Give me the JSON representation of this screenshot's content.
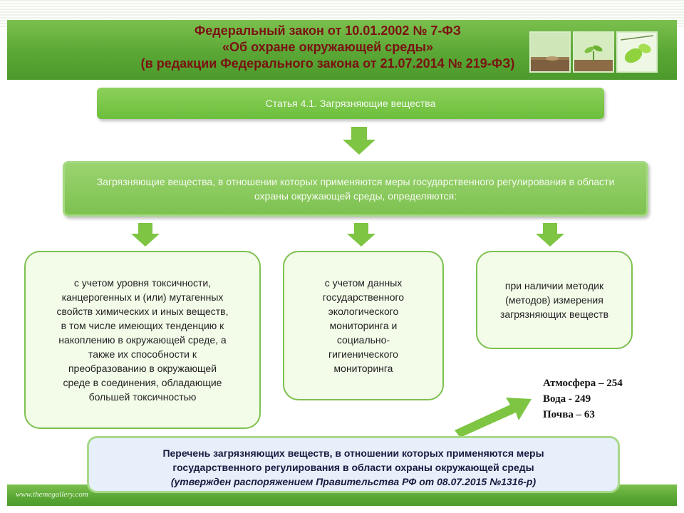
{
  "header": {
    "title_lines": [
      "Федеральный закон от 10.01.2002 № 7-ФЗ",
      "«Об охране окружающей среды»",
      "(в редакции Федерального закона от 21.07.2014 № 219-ФЗ)"
    ]
  },
  "article": {
    "label": "Статья 4.1. Загрязняющие вещества"
  },
  "definition": {
    "text": "Загрязняющие вещества, в отношении которых применяются меры государственного регулирования в области охраны окружающей среды, определяются:"
  },
  "criteria": [
    {
      "lines": [
        "с учетом уровня токсичности,",
        "канцерогенных и (или) мутагенных",
        "свойств химических и иных веществ,",
        "в том числе имеющих тенденцию к",
        "накоплению в окружающей среде, а",
        "также их способности к",
        "преобразованию в окружающей",
        "среде в соединения, обладающие",
        "большей токсичностью"
      ]
    },
    {
      "lines": [
        "с учетом данных",
        "государственного",
        "экологического",
        "мониторинга и",
        "социально-",
        "гигиенического",
        "мониторинга"
      ]
    },
    {
      "lines": [
        "при наличии методик",
        "(методов) измерения",
        "загрязняющих веществ"
      ]
    }
  ],
  "stats": [
    "Атмосфера – 254",
    "Вода -  249",
    "Почва – 63"
  ],
  "list_box": {
    "line1": "Перечень загрязняющих веществ, в отношении которых применяются меры",
    "line2": "государственного регулирования в области охраны окружающей среды",
    "line3": "(утвержден распоряжением Правительства РФ от 08.07.2015 №1316-р)"
  },
  "footer": {
    "url": "www.themegallery.com"
  },
  "colors": {
    "accent_green": "#6cbf3d",
    "title_red": "#7a1212",
    "arrow_green": "#7dc542"
  },
  "icons": [
    "soil-photo-icon",
    "sprout-photo-icon",
    "leaf-photo-icon",
    "down-arrow-icon",
    "diagonal-arrow-icon"
  ]
}
